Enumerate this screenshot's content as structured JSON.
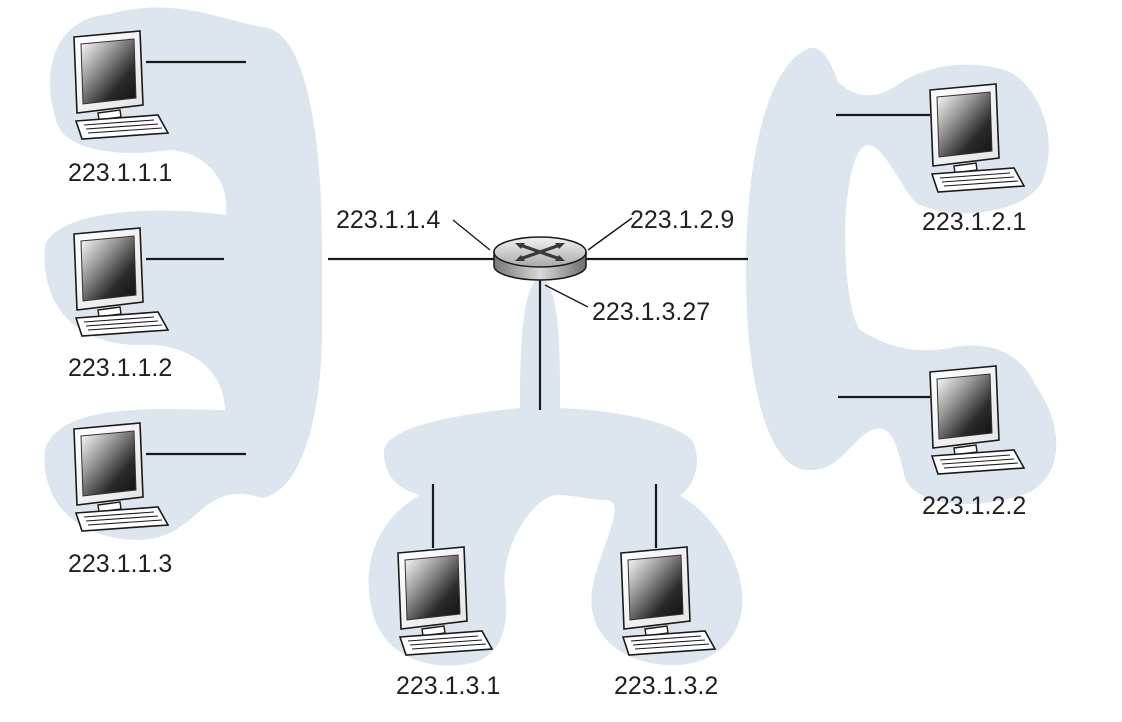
{
  "router": {
    "name": "router-icon",
    "interfaces": [
      {
        "id": "subnet1",
        "address": "223.1.1.4"
      },
      {
        "id": "subnet2",
        "address": "223.1.2.9"
      },
      {
        "id": "subnet3",
        "address": "223.1.3.27"
      }
    ]
  },
  "hosts": [
    {
      "id": "h111",
      "address": "223.1.1.1",
      "icon": "computer-icon"
    },
    {
      "id": "h112",
      "address": "223.1.1.2",
      "icon": "computer-icon"
    },
    {
      "id": "h113",
      "address": "223.1.1.3",
      "icon": "computer-icon"
    },
    {
      "id": "h121",
      "address": "223.1.2.1",
      "icon": "computer-icon"
    },
    {
      "id": "h122",
      "address": "223.1.2.2",
      "icon": "computer-icon"
    },
    {
      "id": "h131",
      "address": "223.1.3.1",
      "icon": "computer-icon"
    },
    {
      "id": "h132",
      "address": "223.1.3.2",
      "icon": "computer-icon"
    }
  ],
  "colors": {
    "subnet_fill": "#dde6ee",
    "wire": "#1a1a1a",
    "label": "#231f20"
  }
}
